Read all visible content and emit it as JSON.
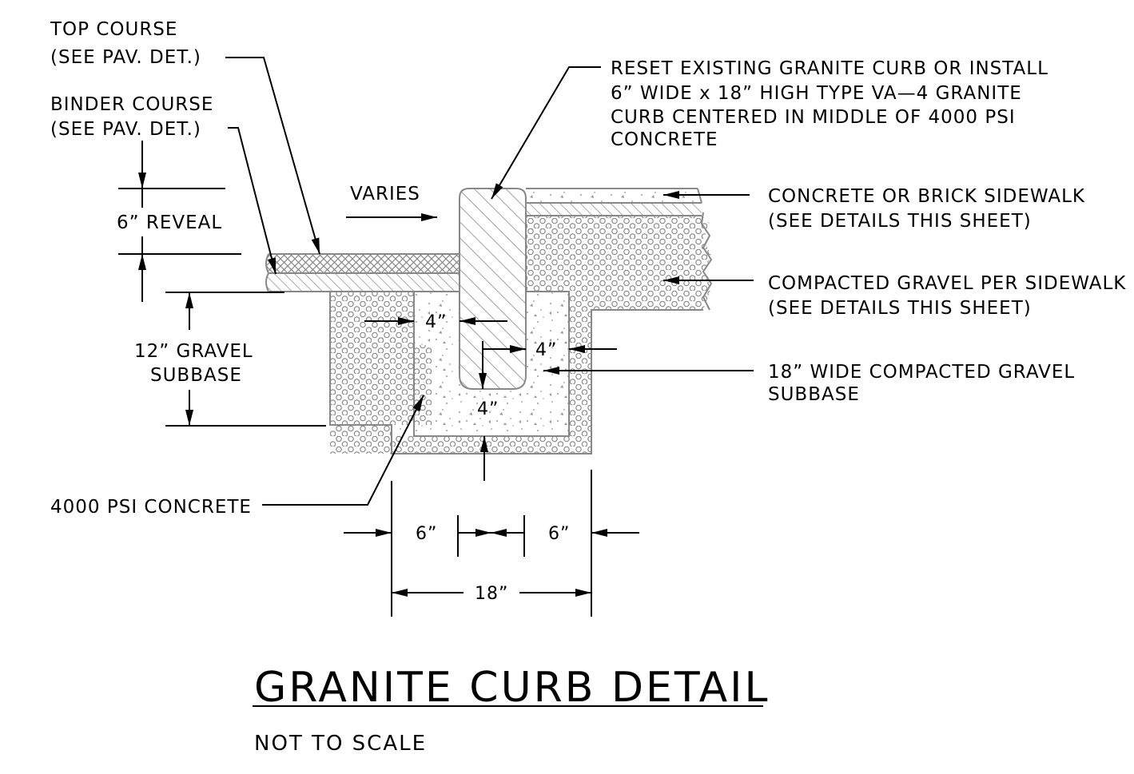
{
  "title": "GRANITE CURB DETAIL",
  "subtitle": "NOT TO SCALE",
  "labels": {
    "top_course_1": "TOP COURSE",
    "top_course_2": "(SEE PAV. DET.)",
    "binder_course_1": "BINDER COURSE",
    "binder_course_2": "(SEE PAV. DET.)",
    "reset_curb_1": "RESET EXISTING GRANITE CURB OR INSTALL",
    "reset_curb_2": "6” WIDE x 18” HIGH TYPE VA—4 GRANITE",
    "reset_curb_3": "CURB CENTERED IN MIDDLE OF 4000 PSI",
    "reset_curb_4": "CONCRETE",
    "varies": "VARIES",
    "sidewalk_1": "CONCRETE OR BRICK SIDEWALK",
    "sidewalk_2": "(SEE DETAILS THIS SHEET)",
    "gravel_sidewalk_1": "COMPACTED GRAVEL PER SIDEWALK",
    "gravel_sidewalk_2": "(SEE DETAILS THIS SHEET)",
    "gravel_subbase_1": "18” WIDE COMPACTED GRAVEL",
    "gravel_subbase_2": "SUBBASE",
    "reveal": "6” REVEAL",
    "gravel_12_1": "12” GRAVEL",
    "gravel_12_2": "SUBBASE",
    "concrete_psi": "4000 PSI CONCRETE"
  },
  "dimensions": {
    "left_4": "4”",
    "right_4": "4”",
    "bottom_4": "4”",
    "left_6": "6”",
    "right_6": "6”",
    "total_18": "18”"
  },
  "colors": {
    "ink": "#000000",
    "hatch": "#888888"
  }
}
